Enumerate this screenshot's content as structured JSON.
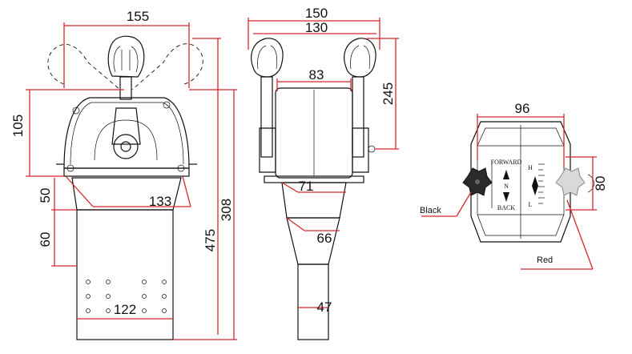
{
  "front_view": {
    "width_top": "155",
    "height_housing": "105",
    "flange_width": "133",
    "dim_50": "50",
    "dim_60": "60",
    "plate_width": "122",
    "height_total_308": "308",
    "height_total_475": "475"
  },
  "side_view": {
    "width_outer": "150",
    "width_inner": "130",
    "body_width": "83",
    "lever_height": "245",
    "dim_71": "71",
    "dim_66": "66",
    "dim_47": "47"
  },
  "top_view": {
    "width": "96",
    "height": "80",
    "label_forward": "FORWARD",
    "label_n": "N",
    "label_back": "BACK",
    "label_h": "H",
    "label_l": "L",
    "knob_black_label": "Black",
    "knob_red_label": "Red"
  },
  "colors": {
    "dimension_line": "#d7262b",
    "outline": "#111111",
    "black_knob": "#2a2a2a",
    "red_knob": "#d9d9d9"
  }
}
